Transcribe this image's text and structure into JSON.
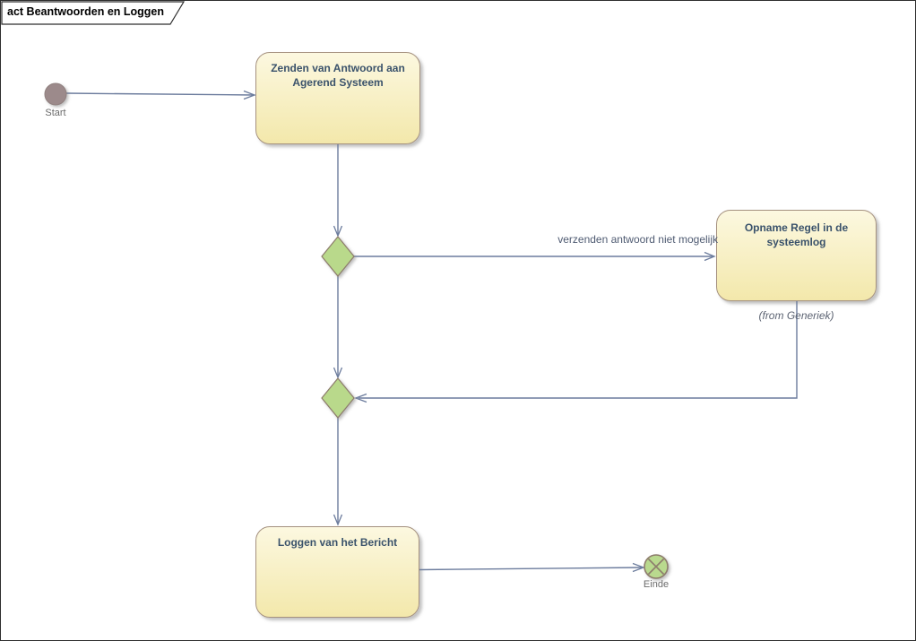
{
  "frame": {
    "label": "act Beantwoorden en Loggen"
  },
  "nodes": {
    "start": {
      "type": "initial",
      "label": "Start"
    },
    "zenden": {
      "type": "action",
      "line1": "Zenden van Antwoord aan",
      "line2": "Agerend Systeem"
    },
    "decision1": {
      "type": "decision"
    },
    "opname": {
      "type": "action",
      "line1": "Opname Regel in de",
      "line2": "systeemlog",
      "note": "(from Generiek)"
    },
    "merge": {
      "type": "merge"
    },
    "loggen": {
      "type": "action",
      "title": "Loggen van het Bericht"
    },
    "einde": {
      "type": "flow-final",
      "label": "Einde"
    }
  },
  "edges": {
    "guard": "verzenden antwoord niet mogelijk"
  },
  "colors": {
    "frame-border": "#2e2e2e",
    "action-fill-top": "#fcf8e0",
    "action-fill-bottom": "#f3e8ab",
    "action-border": "#a5917f",
    "action-text": "#3a526b",
    "decision-fill": "#b9d98b",
    "shape-border": "#8d7c6c",
    "start-fill": "#9c8a8b",
    "start-border": "#90807f",
    "final-fill": "#b9d98e",
    "connector": "#6c7c9d",
    "label-text": "#4f5b72",
    "note-text": "#5d6473",
    "endpoint-label": "#6b6b6b"
  }
}
